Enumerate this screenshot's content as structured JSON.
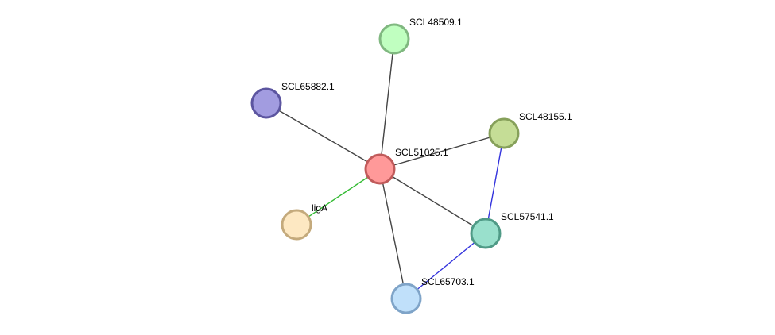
{
  "network": {
    "nodes": [
      {
        "id": "SCL51025.1",
        "label": "SCL51025.1",
        "fill": "#ff9999",
        "stroke": "#c05a5a"
      },
      {
        "id": "SCL48509.1",
        "label": "SCL48509.1",
        "fill": "#c0ffc0",
        "stroke": "#80b880"
      },
      {
        "id": "SCL65882.1",
        "label": "SCL65882.1",
        "fill": "#a29ce0",
        "stroke": "#5c55a0"
      },
      {
        "id": "SCL48155.1",
        "label": "SCL48155.1",
        "fill": "#c5dd96",
        "stroke": "#86a05a"
      },
      {
        "id": "ligA",
        "label": "ligA",
        "fill": "#fde8c2",
        "stroke": "#c4aa7c"
      },
      {
        "id": "SCL57541.1",
        "label": "SCL57541.1",
        "fill": "#99e0cc",
        "stroke": "#4f9a86"
      },
      {
        "id": "SCL65703.1",
        "label": "SCL65703.1",
        "fill": "#c0e0fa",
        "stroke": "#7fa4c8"
      }
    ],
    "edges": [
      {
        "source": "SCL51025.1",
        "target": "SCL48509.1",
        "color": "#444444"
      },
      {
        "source": "SCL51025.1",
        "target": "SCL65882.1",
        "color": "#444444"
      },
      {
        "source": "SCL51025.1",
        "target": "SCL48155.1",
        "color": "#444444"
      },
      {
        "source": "SCL51025.1",
        "target": "ligA",
        "color": "#33bb33"
      },
      {
        "source": "SCL51025.1",
        "target": "SCL57541.1",
        "color": "#444444"
      },
      {
        "source": "SCL51025.1",
        "target": "SCL65703.1",
        "color": "#444444"
      },
      {
        "source": "SCL48155.1",
        "target": "SCL57541.1",
        "color": "#3333dd"
      },
      {
        "source": "SCL57541.1",
        "target": "SCL65703.1",
        "color": "#3333dd"
      }
    ]
  }
}
